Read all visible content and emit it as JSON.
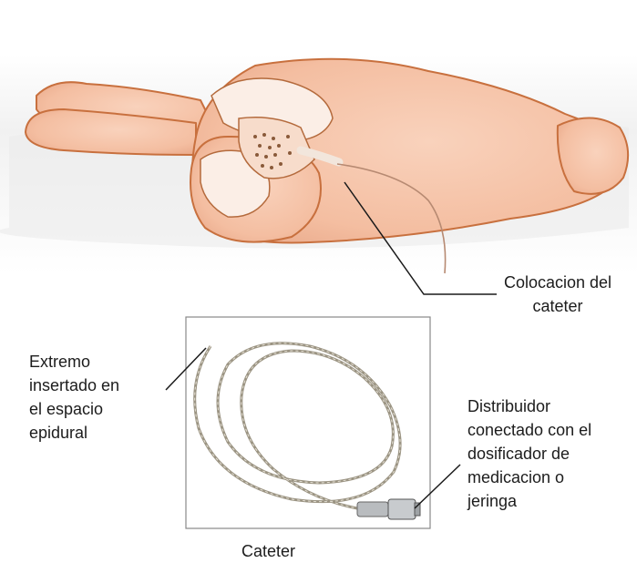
{
  "diagram": {
    "labels": {
      "catheter_placement": [
        "Colocacion del",
        "cateter"
      ],
      "inserted_tip": [
        "Extremo",
        "insertado en",
        "el espacio",
        "epidural"
      ],
      "hub": [
        "Distribuidor",
        "conectado con el",
        "dosificador de",
        "medicacion o",
        "jeringa"
      ],
      "caption": "Cateter"
    },
    "colors": {
      "skin": "#f6c7ad",
      "skin_shade": "#e9a98a",
      "outline": "#c8703e",
      "bed": "#eeeeee",
      "catheter": "#9b9483",
      "box_border": "#888888",
      "leader_line": "#1a1a1a"
    }
  }
}
